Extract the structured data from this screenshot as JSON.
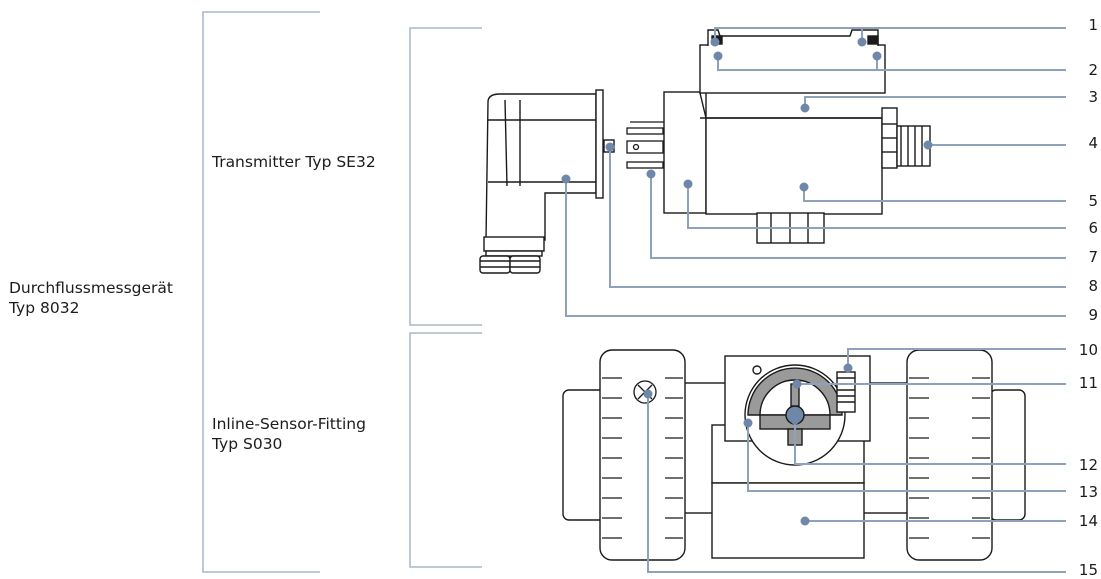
{
  "labels": {
    "device_line1": "Durchflussmessgerät",
    "device_line2": "Typ 8032",
    "transmitter": "Transmitter Typ SE32",
    "fitting_line1": "Inline-Sensor-Fitting",
    "fitting_line2": "Typ S030"
  },
  "callouts": [
    "1",
    "2",
    "3",
    "4",
    "5",
    "6",
    "7",
    "8",
    "9",
    "10",
    "11",
    "12",
    "13",
    "14",
    "15"
  ],
  "colors": {
    "leader": "#8ea2bd",
    "dot": "#6f87a8",
    "bracket": "#aab7c9",
    "outline": "#1a1a1a"
  }
}
